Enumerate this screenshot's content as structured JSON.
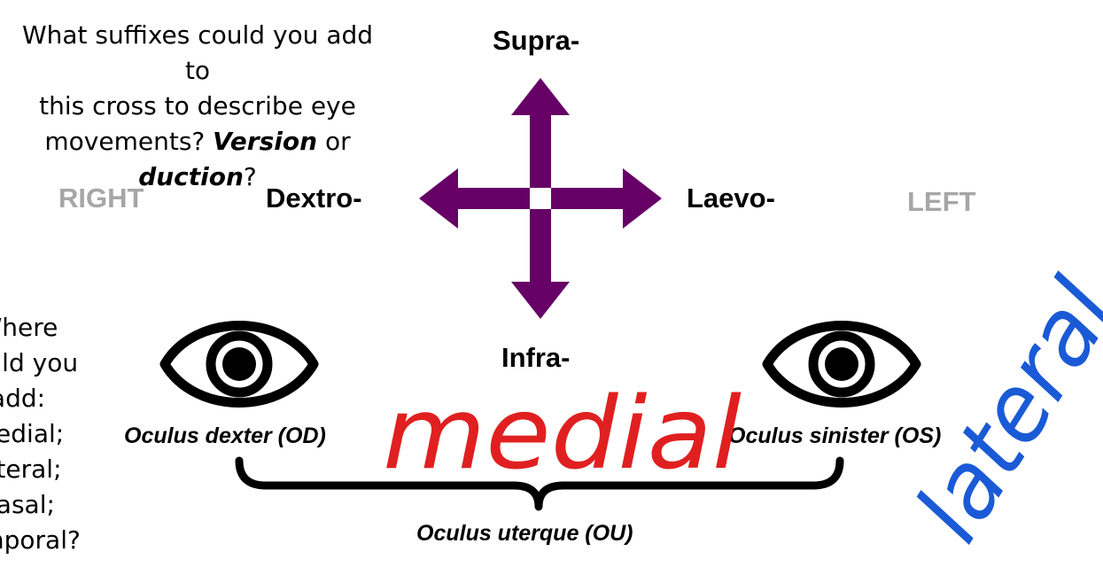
{
  "question": {
    "line1": "What suffixes could you add to",
    "line2": "this cross to describe eye",
    "line3_pre": "movements? ",
    "version": "Version",
    "or": " or",
    "duction": "duction",
    "qmark": "?"
  },
  "directions": {
    "up": "Supra-",
    "down": "Infra-",
    "left": "Dextro-",
    "right": "Laevo-"
  },
  "sides": {
    "right": "RIGHT",
    "left": "LEFT"
  },
  "where_question": [
    "Where",
    "could you",
    "add:",
    "medial;",
    "lateral;",
    "nasal;",
    "temporal?"
  ],
  "eyes": {
    "right_eye": "Oculus dexter (OD)",
    "left_eye": "Oculus sinister (OS)",
    "both_eyes": "Oculus uterque (OU)"
  },
  "handwriting": {
    "medial": "medial",
    "lateral": "lateral"
  },
  "colors": {
    "arrow": "#660066",
    "side_text": "#a6a6a6",
    "medial_ink": "#e02020",
    "lateral_ink": "#1a5ad6"
  }
}
